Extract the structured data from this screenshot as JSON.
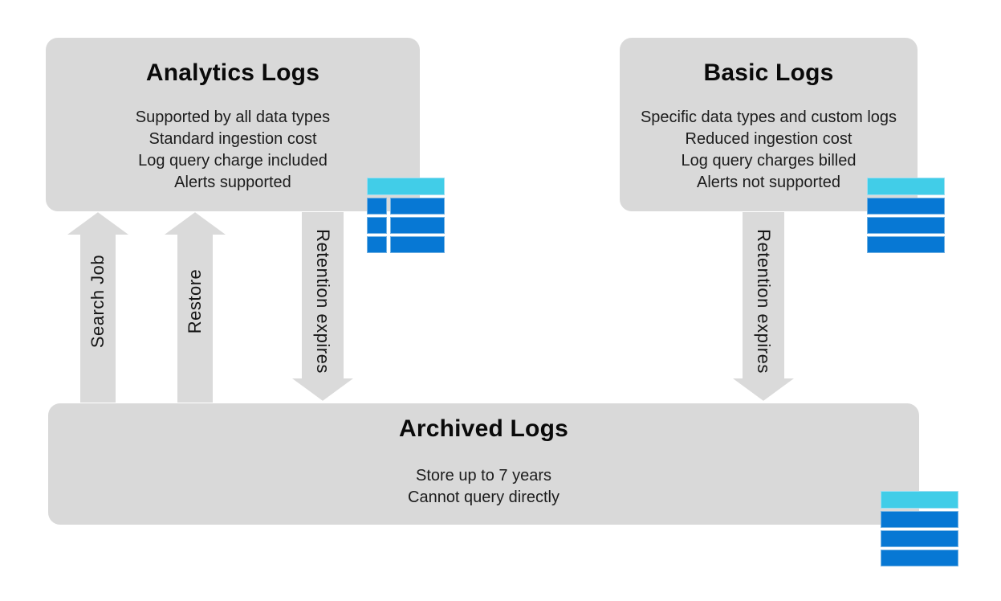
{
  "diagram": {
    "title_semantic": "azure-monitor-log-data-plans",
    "colors": {
      "box_gray": "#d9d9d9",
      "arrow_gray": "#dadada",
      "icon_cyan": "#41cde8",
      "icon_blue": "#0778d4",
      "text_dark": "#1c1c1c",
      "title_black": "#0a0a0a",
      "background": "#ffffff"
    },
    "boxes": {
      "analytics": {
        "title": "Analytics Logs",
        "lines": [
          "Supported by all data types",
          "Standard ingestion cost",
          "Log query charge included",
          "Alerts supported"
        ],
        "icon": "table-with-header-and-row-cells-icon"
      },
      "basic": {
        "title": "Basic Logs",
        "lines": [
          "Specific data types and custom logs",
          "Reduced ingestion cost",
          "Log query charges billed",
          "Alerts not supported"
        ],
        "icon": "stacked-log-rows-icon"
      },
      "archived": {
        "title": "Archived Logs",
        "lines": [
          "Store up to 7 years",
          "Cannot query directly"
        ],
        "icon": "stacked-log-rows-icon"
      }
    },
    "arrows": {
      "search_job": {
        "label": "Search Job",
        "direction": "up",
        "from": "archived",
        "to": "analytics"
      },
      "restore": {
        "label": "Restore",
        "direction": "up",
        "from": "archived",
        "to": "analytics"
      },
      "retention_left": {
        "label": "Retention expires",
        "direction": "down",
        "from": "analytics",
        "to": "archived"
      },
      "retention_right": {
        "label": "Retention expires",
        "direction": "down",
        "from": "basic",
        "to": "archived"
      }
    }
  }
}
